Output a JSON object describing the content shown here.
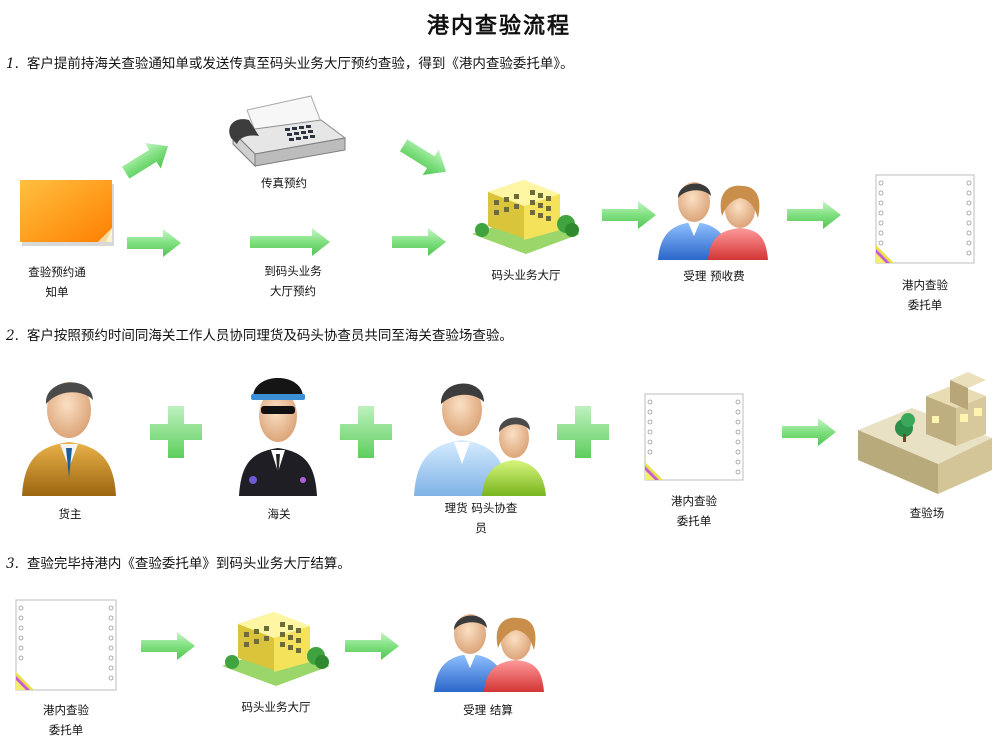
{
  "title": "港内查验流程",
  "steps": [
    {
      "num": "1.",
      "text": "客户提前持海关查验通知单或发送传真至码头业务大厅预约查验，得到《港内查验委托单》。"
    },
    {
      "num": "2.",
      "text": "客户按照预约时间同海关工作人员协同理货及码头协查员共同至海关查验场查验。"
    },
    {
      "num": "3.",
      "text": "查验完毕持港内《查验委托单》到码头业务大厅结算。"
    }
  ],
  "labels": {
    "notice_l1": "查验预约通",
    "notice_l2": "知单",
    "fax": "传真预约",
    "hall_book_l1": "到码头业务",
    "hall_book_l2": "大厅预约",
    "hall": "码头业务大厅",
    "accept_fee": "受理 预收费",
    "form_l1": "港内查验",
    "form_l2": "委托单",
    "cargo_owner": "货主",
    "customs": "海关",
    "tally_l1": "理货   码头协查",
    "tally_l2": "员",
    "form2_l1": "港内查验",
    "form2_l2": "委托单",
    "inspection_site": "查验场",
    "form3_l1": "港内查验",
    "form3_l2": "委托单",
    "hall3": "码头业务大厅",
    "accept_settle": "受理 结算"
  },
  "colors": {
    "arrow": "#7fe07f",
    "plus": "#79dd79",
    "notice": "#ff9a1a",
    "building": "#f3e25a",
    "site": "#cdbf95"
  }
}
